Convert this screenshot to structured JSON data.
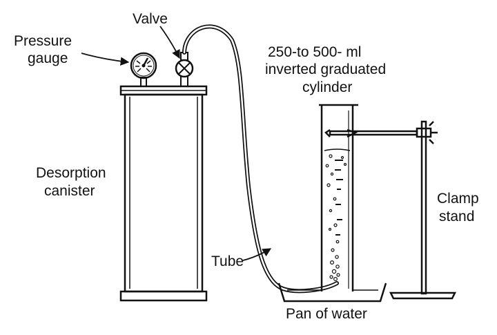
{
  "labels": {
    "pressure_gauge_line1": "Pressure",
    "pressure_gauge_line2": "gauge",
    "valve": "Valve",
    "cylinder_line1": "250-to 500- ml",
    "cylinder_line2": "inverted graduated",
    "cylinder_line3": "cylinder",
    "canister_line1": "Desorption",
    "canister_line2": "canister",
    "clamp_stand_line1": "Clamp",
    "clamp_stand_line2": "stand",
    "tube": "Tube",
    "pan": "Pan of water"
  },
  "colors": {
    "ink": "#111111",
    "background": "#ffffff"
  }
}
